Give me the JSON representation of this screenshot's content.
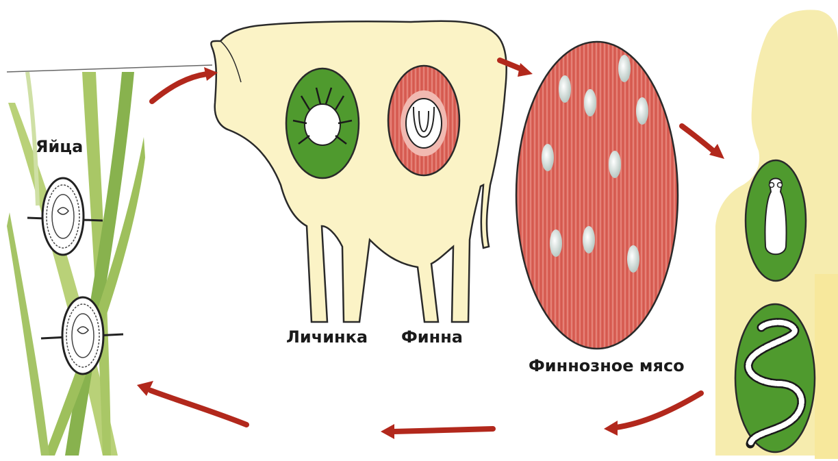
{
  "labels": {
    "eggs": "Яйца",
    "larva": "Личинка",
    "finna": "Финна",
    "measly_meat": "Финнозное мясо"
  },
  "colors": {
    "background": "#ffffff",
    "grass": "#9bc25a",
    "cow_body": "#fbf3c6",
    "human_body": "#f6ecae",
    "green_circle": "#4f9a2e",
    "red_tissue": "#d95a52",
    "arrow": "#b2281c",
    "outline": "#2a2a2a"
  },
  "icons": [
    "grass-icon",
    "egg-icon",
    "cow-icon",
    "larva-icon",
    "finna-icon",
    "meat-icon",
    "human-icon",
    "scolex-icon",
    "tapeworm-icon",
    "arrow-icon"
  ]
}
